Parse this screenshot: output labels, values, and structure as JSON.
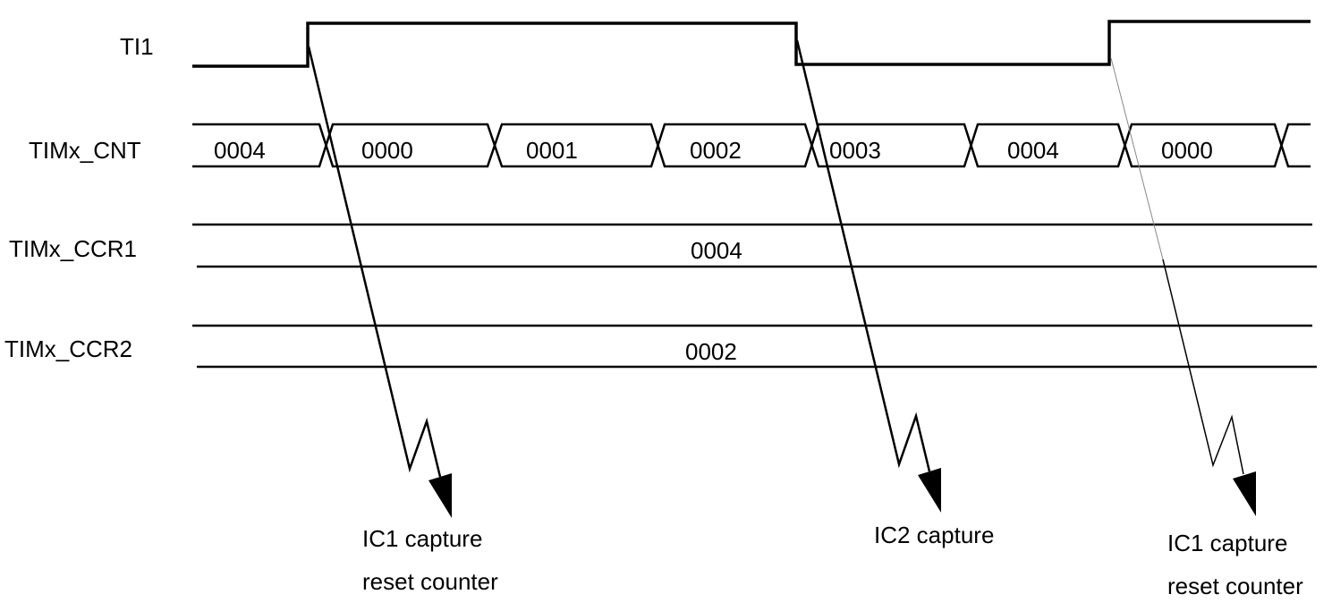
{
  "signals": {
    "ti1": "TI1",
    "cnt": "TIMx_CNT",
    "ccr1": "TIMx_CCR1",
    "ccr2": "TIMx_CCR2"
  },
  "cnt_values": [
    "0004",
    "0000",
    "0001",
    "0002",
    "0003",
    "0004",
    "0000"
  ],
  "ccr1_value": "0004",
  "ccr2_value": "0002",
  "events": [
    {
      "line1": "IC1 capture",
      "line2": "reset counter"
    },
    {
      "line1": "IC2 capture"
    },
    {
      "line1": "IC1 capture",
      "line2": "reset counter"
    }
  ]
}
